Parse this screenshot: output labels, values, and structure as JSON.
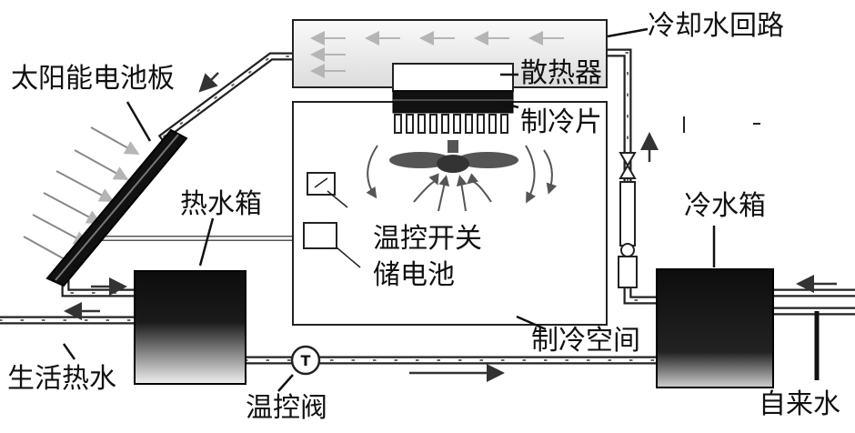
{
  "labels": {
    "solar_panel": "太阳能电池板",
    "cooling_loop": "冷却水回路",
    "radiator": "散热器",
    "peltier": "制冷片",
    "hot_tank": "热水箱",
    "thermo_switch": "温控开关",
    "battery": "储电池",
    "cold_tank": "冷水箱",
    "cooling_space": "制冷空间",
    "domestic_hot_water": "生活热水",
    "thermo_valve": "温控阀",
    "tap_water": "自来水",
    "valve_symbol": "T"
  },
  "colors": {
    "line": "#222222",
    "tank_dark": "#111111",
    "tank_light": "#eeeeee",
    "cooling_box": "#f5f5f5",
    "arrow_faint": "#b5b5b5"
  }
}
